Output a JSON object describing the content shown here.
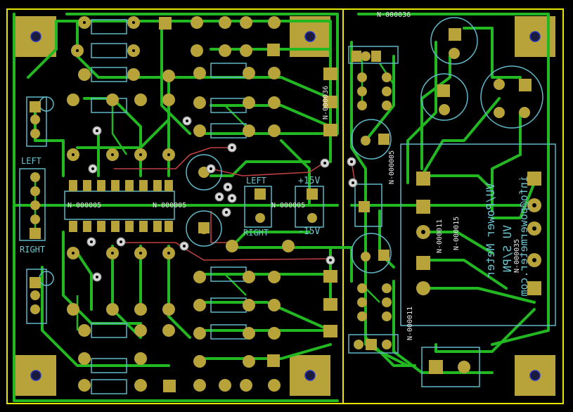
{
  "net_labels": {
    "n36_top": "N-000036",
    "n05_left": "N-000005",
    "n05_mid": "N-000005",
    "n05_right": "N-000005",
    "n36_vert": "N-000036",
    "n05_vert": "N-000005",
    "n11_a": "N-000011",
    "n15": "N-000015",
    "n35": "N-000035",
    "n11_b": "N-000011"
  },
  "silk": {
    "left_top": "LEFT",
    "right_bottom": "RIGHT",
    "left_mid": "LEFT",
    "right_mid": "RIGHT",
    "plus15": "+15V",
    "minus15": "-15V",
    "mirror_title": "VU/Power Meter",
    "mirror_sub": "VU S/PN",
    "mirror_email": "info@powermeter.com"
  },
  "colors": {
    "board_bg": "#000000",
    "edge": "#e6e600",
    "trace": "#22b822",
    "pad": "#b8a23a",
    "silk": "#5fb8c8",
    "label": "#e0e0e0",
    "jumper": "#c04040"
  }
}
